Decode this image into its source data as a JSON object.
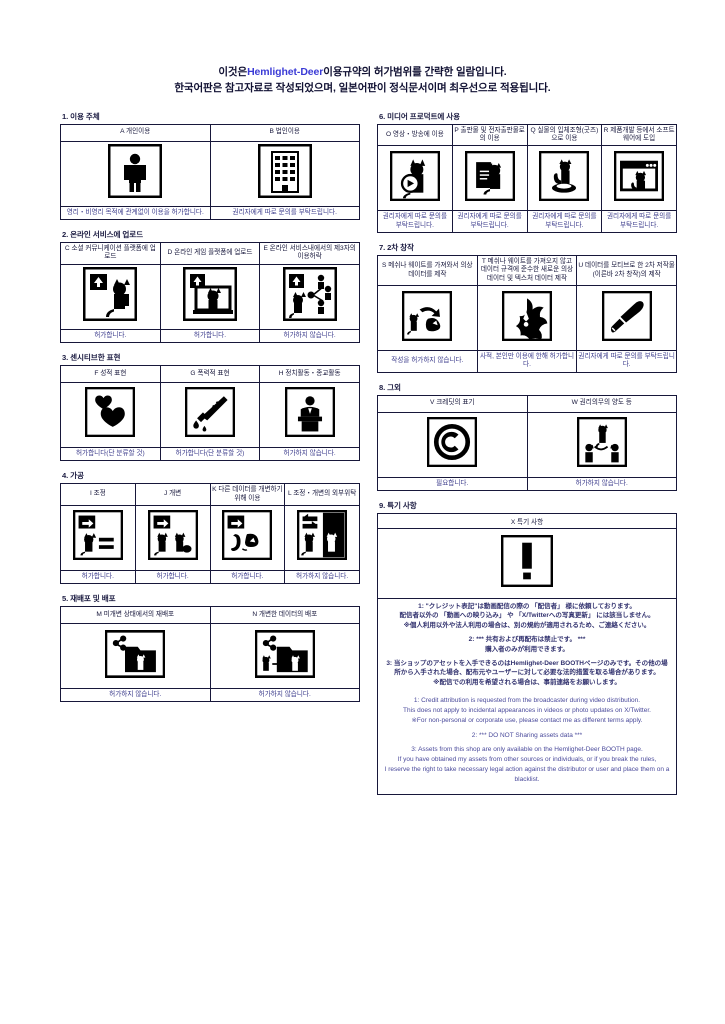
{
  "title": {
    "line1_pre": "이것은",
    "line1_brand": "Hemlighet-Deer",
    "line1_post": "이용규약의 허가범위를 간략한 일람입니다.",
    "line2": "한국어판은 참고자료로 작성되었으며, 일본어판이 정식문서이며 최우선으로 적용됩니다.",
    "brand_color": "#3b3bd6"
  },
  "sections": {
    "s1": {
      "title": "1. 이용 주체",
      "cells": [
        {
          "head": "A 개인이용",
          "icon": "person-icon",
          "verdict": "영리・비영리 목적에 관계없이 이용을 허가합니다."
        },
        {
          "head": "B 법인이용",
          "icon": "building-icon",
          "verdict": "권리자에게 따로 문의를 부탁드립니다."
        }
      ]
    },
    "s2": {
      "title": "2. 온라인 서비스에 업로드",
      "cells": [
        {
          "head": "C 소셜 커뮤니케이션 플랫폼에 업로드",
          "icon": "upload-cat-icon",
          "verdict": "허가합니다."
        },
        {
          "head": "D 온라인 게임 플랫폼에 업로드",
          "icon": "upload-monitor-cat-icon",
          "verdict": "허가합니다."
        },
        {
          "head": "E 온라인 서비스내에서의 제3자의 이용허락",
          "icon": "upload-share-cat-icon",
          "verdict": "허가하지 않습니다."
        }
      ]
    },
    "s3": {
      "title": "3. 센시티브한 표현",
      "cells": [
        {
          "head": "F 성적 표현",
          "icon": "hearts-icon",
          "verdict": "허가합니다(단 분류할 것)"
        },
        {
          "head": "G 폭력적 표현",
          "icon": "knife-blood-icon",
          "verdict": "허가합니다(단 분류할 것)"
        },
        {
          "head": "H 정치활동・종교활동",
          "icon": "podium-speaker-icon",
          "verdict": "허가하지 않습니다."
        }
      ]
    },
    "s4": {
      "title": "4. 가공",
      "cells": [
        {
          "head": "I 조정",
          "icon": "arrow-cat-equal-icon",
          "verdict": "허가합니다."
        },
        {
          "head": "J 개변",
          "icon": "arrow-two-cats-icon",
          "verdict": "허가합니다."
        },
        {
          "head": "K 다른 데이터를 개변하기 위해 이용",
          "icon": "arrow-shape-icon",
          "verdict": "허가합니다."
        },
        {
          "head": "L 조정・개변의 외부위탁",
          "icon": "cat-outsourcing-icon",
          "verdict": "허가하지 않습니다."
        }
      ]
    },
    "s5": {
      "title": "5. 재배포 및 배포",
      "cells": [
        {
          "head": "M 미개변 상태에서의 재배포",
          "icon": "share-folder-cat-icon",
          "verdict": "허가하지 않습니다."
        },
        {
          "head": "N 개변한 데이터의 배포",
          "icon": "share-folder-two-cats-icon",
          "verdict": "허가하지 않습니다."
        }
      ]
    },
    "s6": {
      "title": "6. 미디어 프로덕트에 사용",
      "cells": [
        {
          "head": "O 영상・방송에 이용",
          "icon": "play-cat-icon",
          "verdict": "권리자에게 따로 문의를 부탁드립니다."
        },
        {
          "head": "P 출판물 및 전자출판물로의 이용",
          "icon": "page-cat-icon",
          "verdict": "권리자에게 따로 문의를 부탁드립니다."
        },
        {
          "head": "Q 실물의 입체조형(굿즈)으로 이용",
          "icon": "figurine-cat-icon",
          "verdict": "권리자에게 따로 문의를 부탁드립니다."
        },
        {
          "head": "R 제품개발 등에서 소프트웨어에 도입",
          "icon": "window-cat-icon",
          "verdict": "권리자에게 따로 문의를 부탁드립니다."
        }
      ]
    },
    "s7": {
      "title": "7. 2차 창작",
      "cells": [
        {
          "head": "S 메쉬나 웨이트를 가져와서 의상 데이터를 제작",
          "icon": "cat-mesh-copy-icon",
          "verdict": "작성을 허가하지 않습니다."
        },
        {
          "head": "T 메쉬나 웨이트를 가져오지 않고 데이터 규격에 준수한 새로운 의상 데이터 및 텍스처 데이터 제작",
          "icon": "new-costume-icon",
          "verdict": "사적, 본인만 이용에 한해 허가합니다."
        },
        {
          "head": "U 데이터를 모티브로 한 2차 저작물(이른바 2차 창작)의 제작",
          "icon": "brush-icon",
          "verdict": "권리자에게 따로 문의를 부탁드립니다."
        }
      ]
    },
    "s8": {
      "title": "8. 그외",
      "cells": [
        {
          "head": "V 크레딧의 표기",
          "icon": "copyright-icon",
          "verdict": "필요합니다."
        },
        {
          "head": "W 권리의무의 양도 등",
          "icon": "transfer-cat-icon",
          "verdict": "허가하지 않습니다."
        }
      ]
    },
    "s9": {
      "title": "9. 특기 사항",
      "head": "X 특기 사항",
      "icon": "exclamation-icon",
      "notes_ja": [
        "1: \"クレジット表記\"は動画配信の際の 「配信者」 様に依頼しております。\n配信者以外の 「動画への映り込み」 や 「X/Twitterへの写真更新」 には該当しません。\n※個人利用以外や法人利用の場合は、別の規約が適用されるため、ご連絡ください。",
        "2: *** 共有および再配布は禁止です。 ***\n購入者のみが利用できます。",
        "3: 当ショップのアセットを入手できるのはHemlighet-Deer BOOTHページのみです。その他の場所から入手された場合、配布元やユーザーに対して必要な法的措置を取る場合があります。\n※配信での利用を希望される場合は、事前連絡をお願いします。"
      ],
      "notes_en": [
        "1:  Credit attribution is requested from the broadcaster during video distribution.\nThis does not apply to incidental appearances in videos or photo updates on X/Twitter.\n※For non-personal or corporate use, please contact me as different terms apply.",
        "2: *** DO NOT Sharing assets data ***",
        "3: Assets from this shop are only available on the Hemlighet-Deer BOOTH page.\nIf you have obtained my assets from other sources or individuals, or if you break the rules,\nI reserve the right to take necessary legal action against the distributor or user and place them on a blacklist."
      ]
    }
  }
}
